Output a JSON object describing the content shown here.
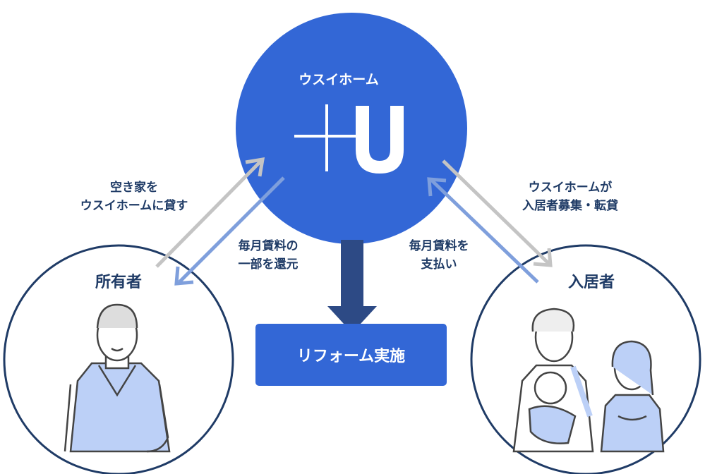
{
  "hub": {
    "title": "ウスイホーム",
    "logo_text": "+U"
  },
  "owner": {
    "label": "所有者"
  },
  "tenant": {
    "label": "入居者"
  },
  "flows": {
    "owner_to_hub_line1": "空き家を",
    "owner_to_hub_line2": "ウスイホームに貸す",
    "hub_to_owner_line1": "毎月賃料の",
    "hub_to_owner_line2": "一部を還元",
    "tenant_to_hub_line1": "毎月賃料を",
    "tenant_to_hub_line2": "支払い",
    "hub_to_tenant_line1": "ウスイホームが",
    "hub_to_tenant_line2": "入居者募集・転貸"
  },
  "reform": {
    "label": "リフォーム実施"
  },
  "colors": {
    "hub_blue": "#3367d6",
    "navy": "#1f3b66",
    "arrow_gray": "#c4c4c4",
    "arrow_lightblue": "#7f9fdc",
    "arrow_dark": "#2d4a85"
  }
}
